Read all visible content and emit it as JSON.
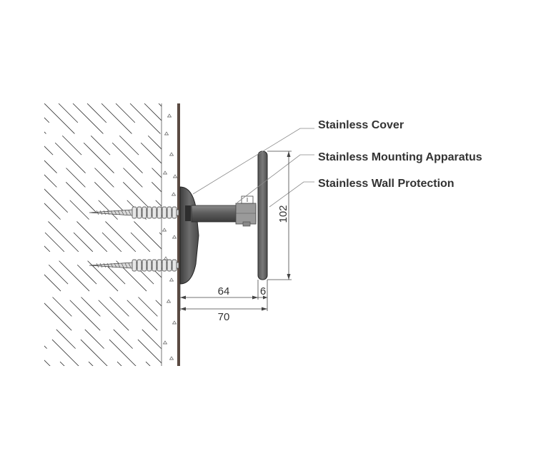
{
  "callouts": {
    "cover": "Stainless Cover",
    "mounting": "Stainless Mounting Apparatus",
    "protection": "Stainless Wall Protection"
  },
  "dimensions": {
    "standoff": "64",
    "plate_thickness": "6",
    "total_depth": "70",
    "plate_height": "102"
  },
  "colors": {
    "metal_dark": "#4a4a4a",
    "metal_mid": "#6b6b6b",
    "metal_light": "#9a9a9a",
    "wall_face": "#5a4a42",
    "line": "#333333"
  }
}
